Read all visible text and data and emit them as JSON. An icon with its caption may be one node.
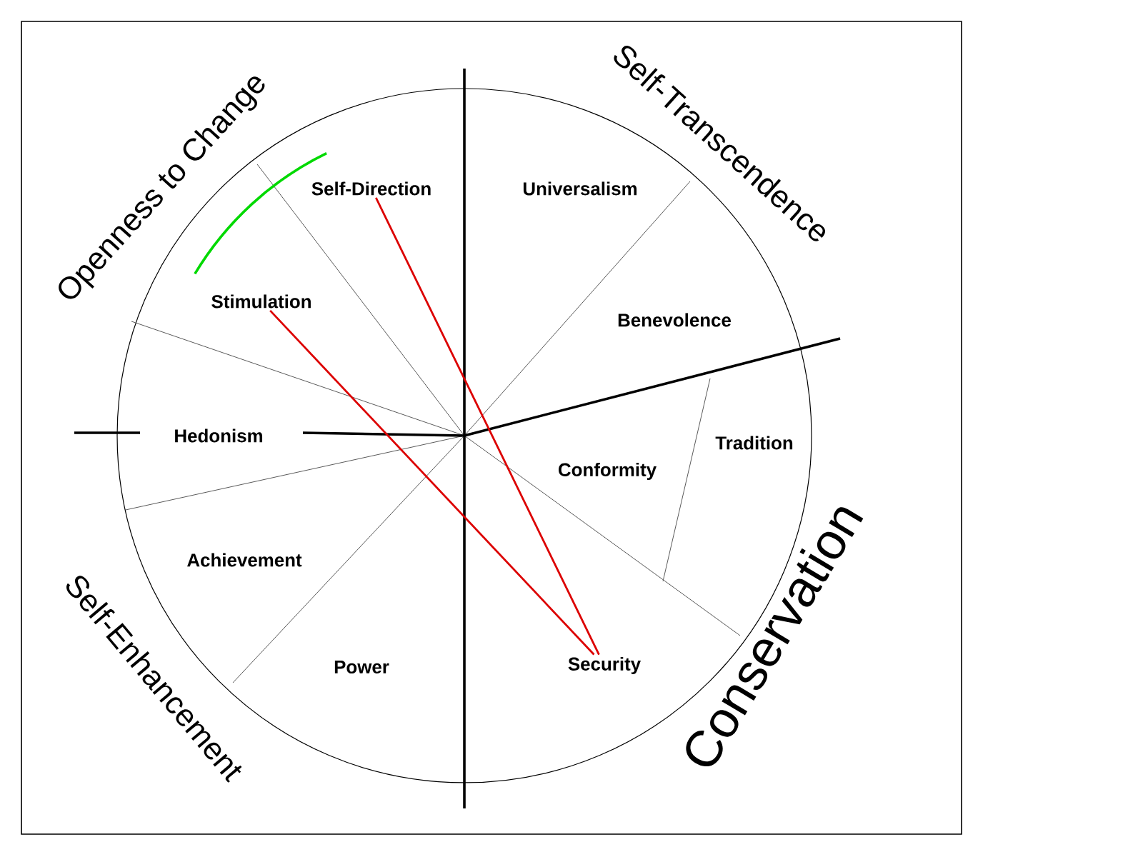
{
  "diagram": {
    "nodes": [
      {
        "text": [
          "Self-Direction"
        ]
      },
      {
        "text": [
          "Universalism"
        ]
      },
      {
        "text": [
          "Stimulation"
        ]
      },
      {
        "text": [
          "Benevolence"
        ]
      },
      {
        "text": [
          "Hedonism"
        ]
      },
      {
        "text": [
          "Tradition"
        ]
      },
      {
        "text": [
          "Conformity"
        ]
      },
      {
        "text": [
          "Achievement"
        ]
      },
      {
        "text": [
          "Power"
        ]
      },
      {
        "text": [
          "Security"
        ]
      }
    ],
    "edges": [
      {
        "from": 0,
        "to": 9,
        "arrow": "none"
      },
      {
        "from": 2,
        "to": 9,
        "arrow": "none"
      }
    ],
    "labels": [
      "Openness to Change",
      "Self-Transcendence",
      "Self-Enhancement",
      "Conservation"
    ]
  }
}
